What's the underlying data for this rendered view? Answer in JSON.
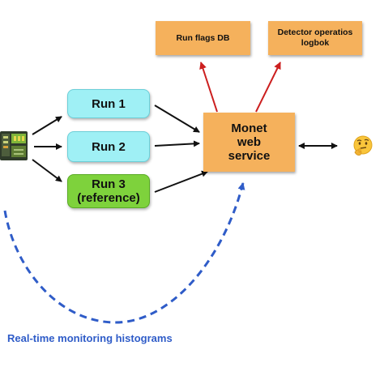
{
  "boxes": {
    "run_flags_db": "Run flags DB",
    "detector_logbook_line1": "Detector operatios",
    "detector_logbook_line2": "logbok",
    "run1": "Run 1",
    "run2": "Run 2",
    "run3_line1": "Run 3",
    "run3_line2": "(reference)",
    "monet_line1": "Monet",
    "monet_line2": "web",
    "monet_line3": "service"
  },
  "caption": "Real-time monitoring histograms",
  "icons": {
    "equipment": "detector-hardware-icon",
    "user": "thinking-face-icon"
  },
  "colors": {
    "orange_box": "#f5b15c",
    "run_cyan": "#9ff0f5",
    "run_green": "#7ed23c",
    "arrow_black": "#111111",
    "arrow_red": "#cc1f1f",
    "dashed_blue": "#2f5cc8"
  }
}
